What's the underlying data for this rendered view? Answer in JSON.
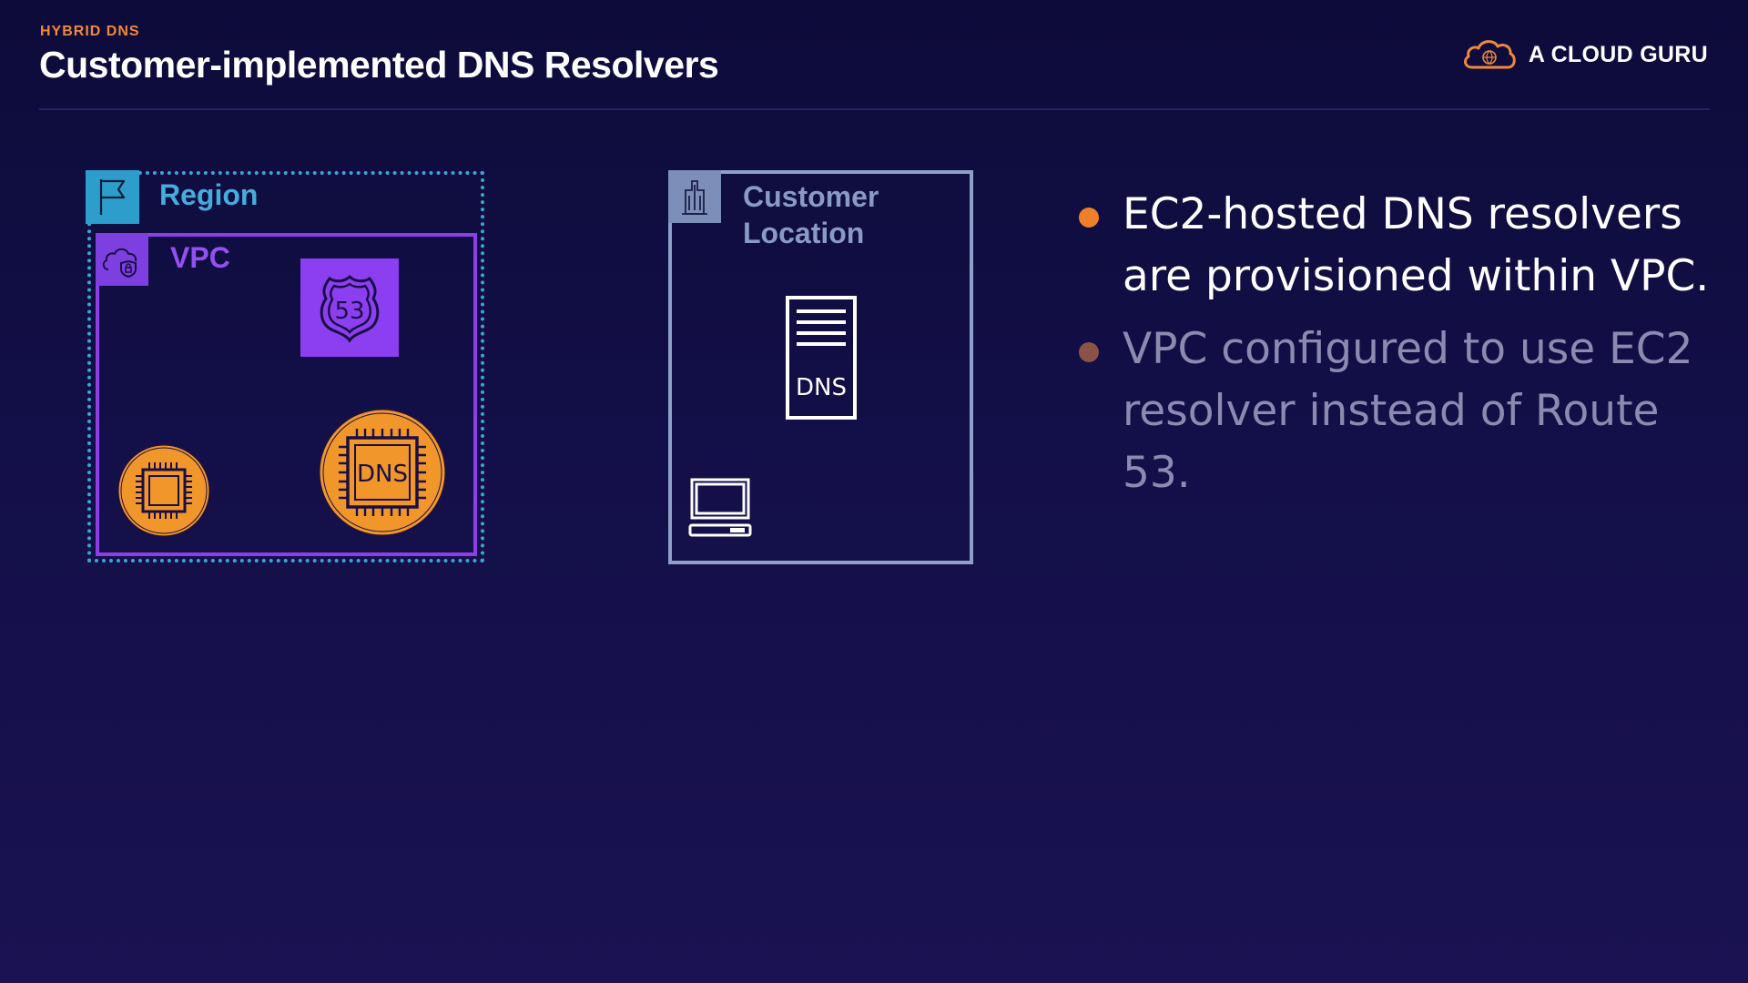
{
  "header": {
    "eyebrow": "HYBRID DNS",
    "title": "Customer-implemented DNS Resolvers",
    "brand": "A CLOUD GURU"
  },
  "diagram": {
    "region_label": "Region",
    "vpc_label": "VPC",
    "route53_badge": "53",
    "ec2_dns_label": "DNS",
    "customer_location_label_line1": "Customer",
    "customer_location_label_line2": "Location",
    "onprem_dns_label": "DNS",
    "icons": [
      "flag-icon",
      "cloud-shield-icon",
      "route53-shield-icon",
      "ec2-chip-icon",
      "ec2-dns-chip-icon",
      "building-icon",
      "dns-server-icon",
      "laptop-icon",
      "cloud-logo-icon"
    ]
  },
  "bullets": [
    {
      "text_line1": "EC2-hosted DNS resolvers",
      "text_line2": "are provisioned within VPC."
    },
    {
      "text_line1": "VPC configured to use EC2",
      "text_line2": "resolver instead of Route",
      "text_line3": "53."
    }
  ],
  "colors": {
    "accent_orange": "#f07f2a",
    "region_blue": "#2d9ecb",
    "vpc_purple": "#8c3fe6",
    "customer_grey_blue": "#8ea0c8"
  }
}
